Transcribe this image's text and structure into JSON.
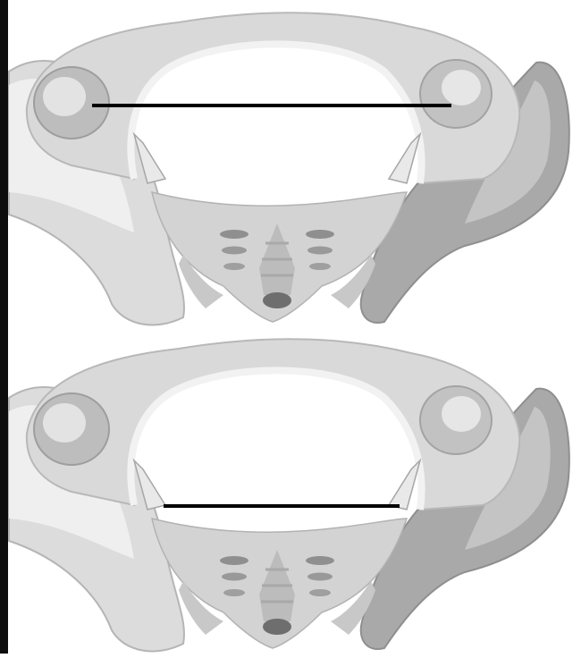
{
  "figure": {
    "panels": [
      {
        "id": "top",
        "measurement_line": "transverse-diameter-inlet"
      },
      {
        "id": "bottom",
        "measurement_line": "interspinous-diameter"
      }
    ]
  },
  "colors": {
    "background": "#ffffff",
    "left_bar": "#0d0d0d",
    "bone_light": "#ececec",
    "bone_mid": "#d2d2d2",
    "bone_dark": "#a8a8a8",
    "bone_shadow": "#8c8c8c",
    "sacrum": "#cfcfcf",
    "foramen": "#8f8f8f",
    "sacrum_body": "#b9b9b9",
    "measure_line": "#000000"
  },
  "icons": {
    "pelvis": "pelvis-illustration-icon"
  }
}
